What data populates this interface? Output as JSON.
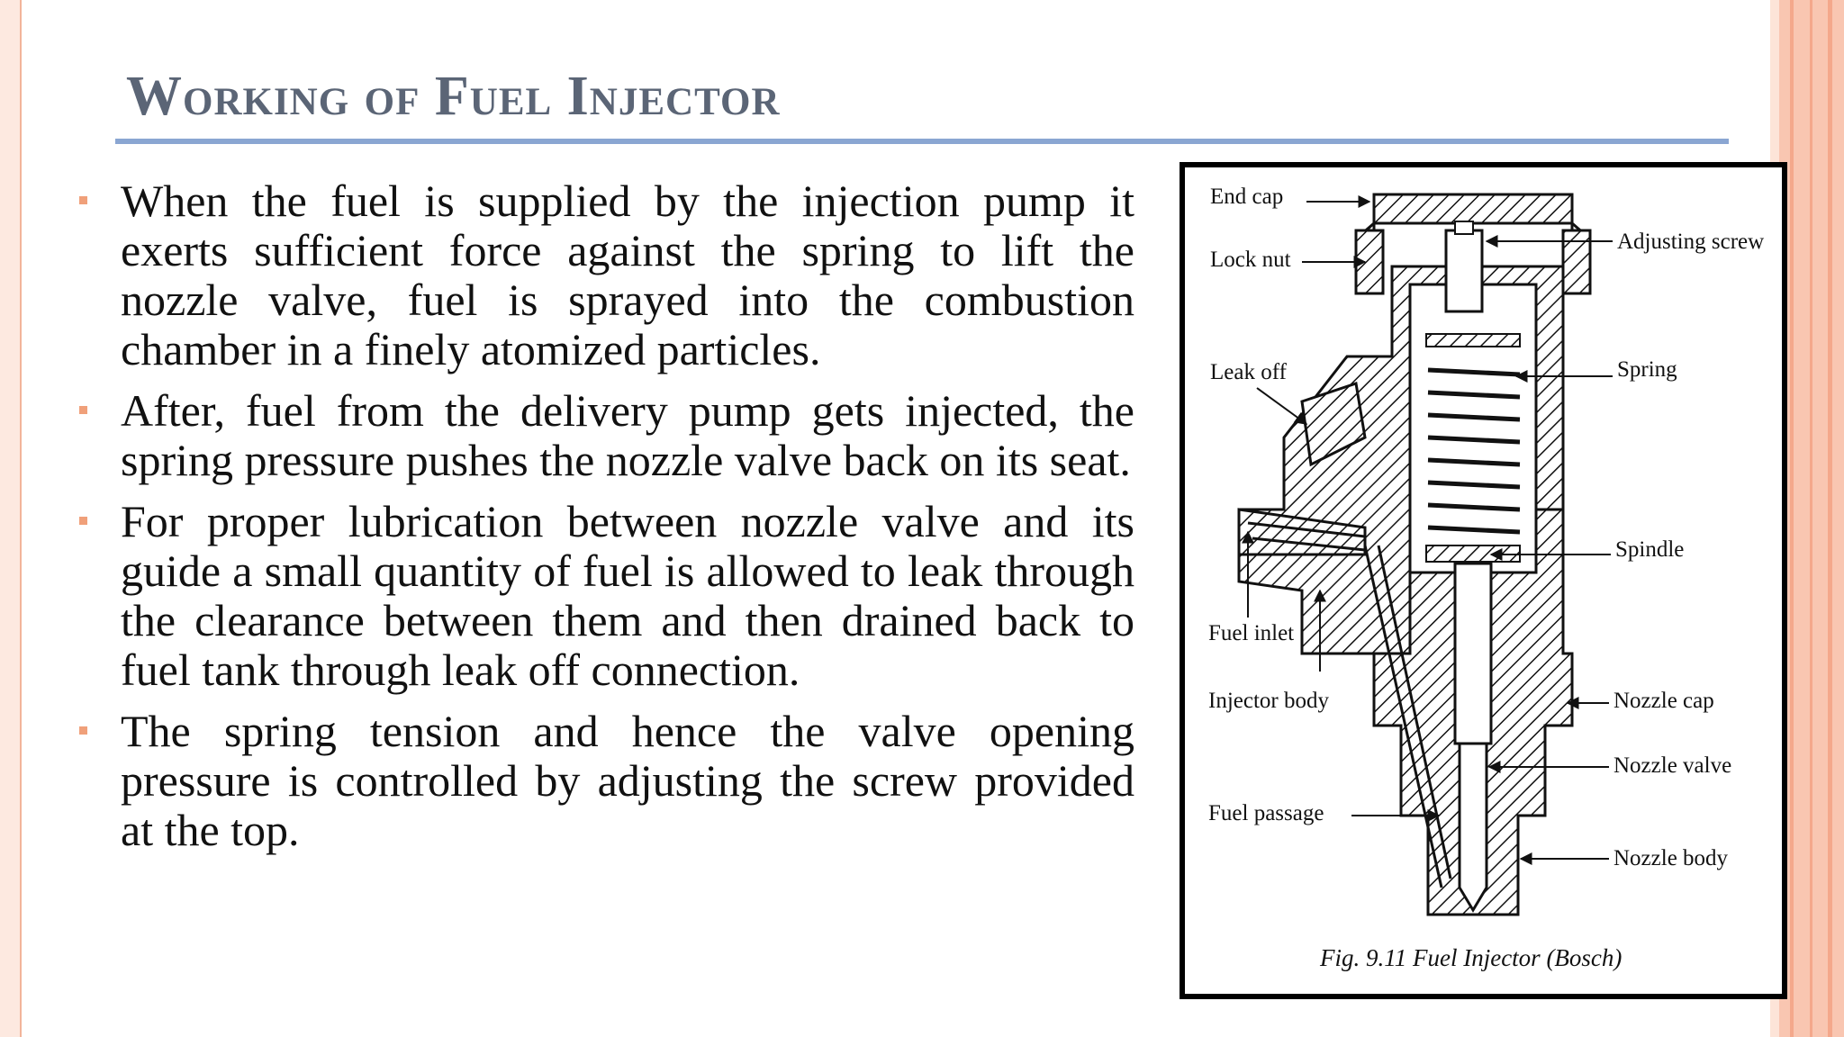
{
  "slide": {
    "title": "Working of Fuel Injector",
    "bullets": [
      "When the fuel is supplied by the injection pump it exerts sufficient force against the spring to lift the nozzle valve, fuel is sprayed into the combustion chamber in a finely atomized particles.",
      "After, fuel from the delivery pump gets injected, the spring pressure pushes the nozzle valve back on its seat.",
      "For proper lubrication between nozzle valve and its guide a small quantity of fuel is allowed to leak through the clearance between them and then drained back to fuel tank through leak off connection.",
      "The spring tension and hence the valve opening pressure is controlled by adjusting the screw provided at the top."
    ]
  },
  "figure": {
    "labels": {
      "end_cap": "End cap",
      "lock_nut": "Lock nut",
      "leak_off": "Leak off",
      "fuel_inlet": "Fuel inlet",
      "injector_body": "Injector body",
      "fuel_passage": "Fuel passage",
      "adjusting_screw": "Adjusting screw",
      "spring": "Spring",
      "spindle": "Spindle",
      "nozzle_cap": "Nozzle cap",
      "nozzle_valve": "Nozzle valve",
      "nozzle_body": "Nozzle body"
    },
    "caption": "Fig. 9.11  Fuel Injector (Bosch)"
  },
  "colors": {
    "title": "#5b6576",
    "rule": "#8aa6d2",
    "bullet_marker": "#f0a07a",
    "edge": "#f9c6b1"
  }
}
